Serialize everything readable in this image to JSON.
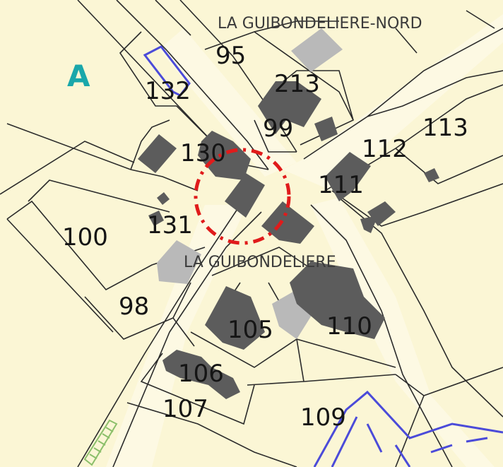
{
  "panel_label": "A",
  "place_names": {
    "north": "LA GUIBONDELIERE-NORD",
    "center": "LA GUIBONDELIERE"
  },
  "plots": {
    "p95": "95",
    "p132": "132",
    "p213": "213",
    "p99": "99",
    "p130": "130",
    "p112": "112",
    "p113": "113",
    "p111": "111",
    "p131": "131",
    "p100": "100",
    "p98": "98",
    "p105": "105",
    "p110": "110",
    "p106": "106",
    "p107": "107",
    "p109": "109"
  },
  "colors": {
    "background": "#fbf6d5",
    "parcel_line": "#2b2b2b",
    "building": "#5c5c5c",
    "annex": "#b9b9b9",
    "highlight_circle": "#e01b1b",
    "protected_zone": "#4b4bd9",
    "panel_label": "#1aa7aa",
    "railing": "#8bbf6a"
  }
}
